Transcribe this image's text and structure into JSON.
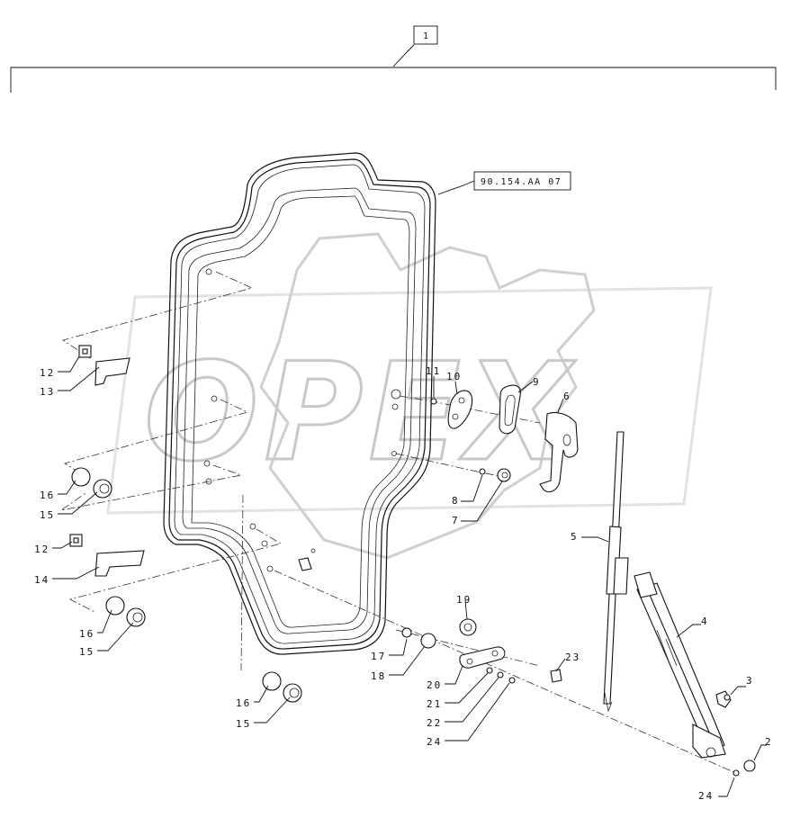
{
  "assembly_ref": "1",
  "section_ref": "90.154.AA 07",
  "watermark": "OPEX",
  "callouts": {
    "c2": "2",
    "c3": "3",
    "c4": "4",
    "c5": "5",
    "c6": "6",
    "c7": "7",
    "c8": "8",
    "c9": "9",
    "c10": "10",
    "c11": "11",
    "c12a": "12",
    "c13": "13",
    "c16a": "16",
    "c15a": "15",
    "c12b": "12",
    "c14": "14",
    "c16b": "16",
    "c15b": "15",
    "c16c": "16",
    "c15c": "15",
    "c17": "17",
    "c18": "18",
    "c19": "19",
    "c20": "20",
    "c21": "21",
    "c22": "22",
    "c24a": "24",
    "c23": "23",
    "c24b": "24"
  }
}
